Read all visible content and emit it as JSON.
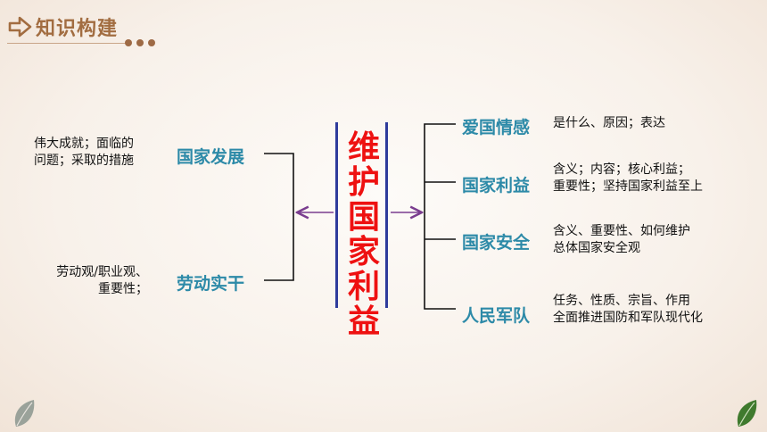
{
  "header": {
    "title": "知识构建",
    "arrow_icon": "arrow-right-outline-icon",
    "accent_color": "#a26d41"
  },
  "center": {
    "title": "维\n护\n国\n家\n利\n益",
    "title_color": "#ee1111",
    "bar_color": "#2e3b9c"
  },
  "left_branches": [
    {
      "topic": "国家发展",
      "desc": "伟大成就；面临的\n问题；采取的措施"
    },
    {
      "topic": "劳动实干",
      "desc": "劳动观/职业观、\n重要性；"
    }
  ],
  "right_branches": [
    {
      "topic": "爱国情感",
      "desc": "是什么、原因；表达"
    },
    {
      "topic": "国家利益",
      "desc": "含义；内容；核心利益；\n重要性；坚持国家利益至上"
    },
    {
      "topic": "国家安全",
      "desc": "含义、重要性、如何维护\n总体国家安全观"
    },
    {
      "topic": "人民军队",
      "desc": "任务、性质、宗旨、作用\n全面推进国防和军队现代化"
    }
  ],
  "colors": {
    "topic": "#2d8aa8",
    "connector_arrow": "#7a3d8f",
    "leaf_left": "#9aa29a",
    "leaf_right": "#3f7a2e"
  },
  "decorations": {
    "left_leaf_icon": "leaf-icon",
    "right_leaf_icon": "leaf-icon"
  }
}
